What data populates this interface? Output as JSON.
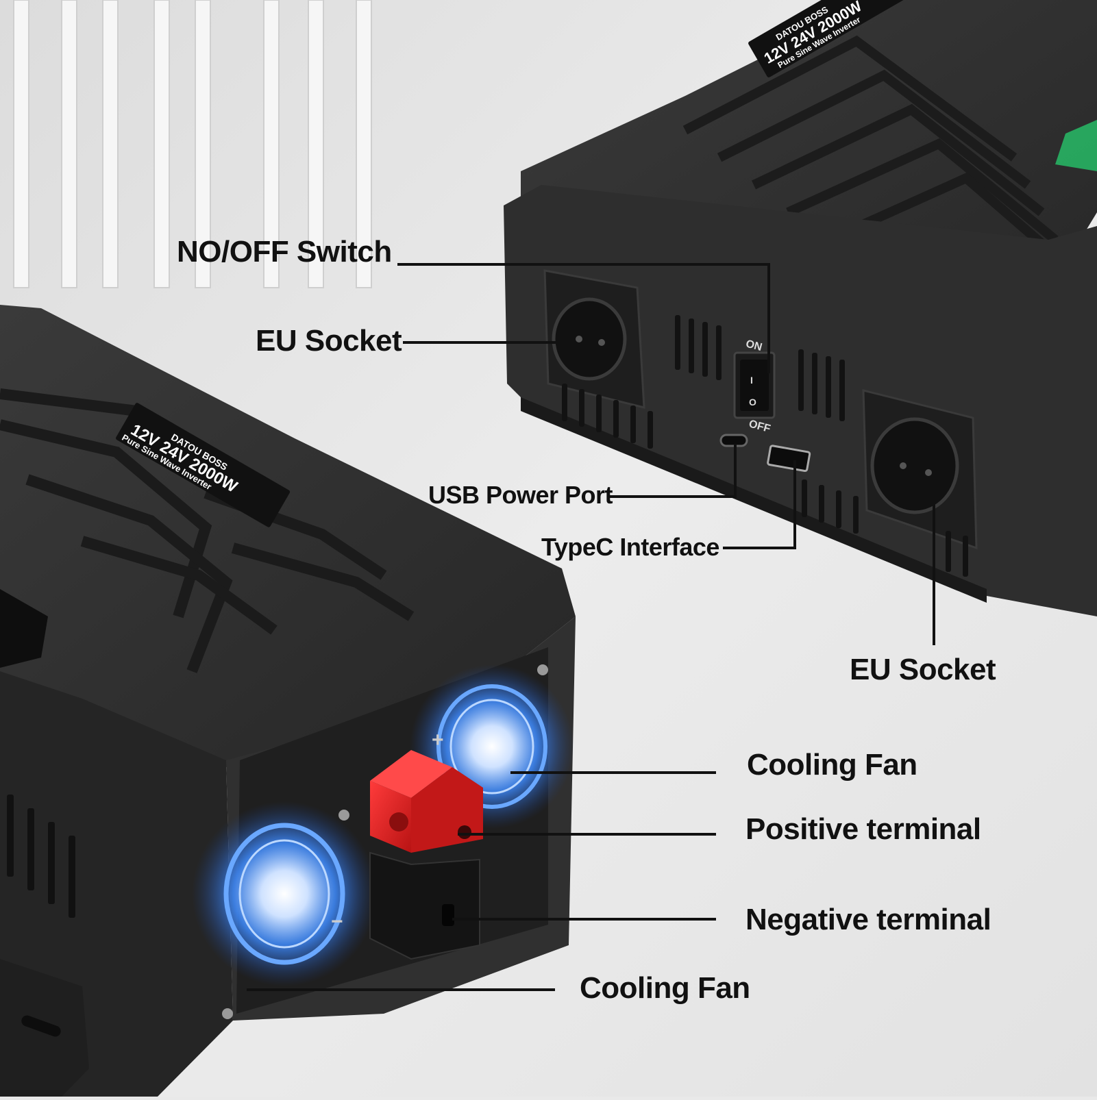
{
  "callouts": {
    "on_off_switch": "NO/OFF Switch",
    "eu_socket_left": "EU Socket",
    "usb_power_port": "USB Power Port",
    "typec_interface": "TypeC Interface",
    "eu_socket_right": "EU Socket",
    "cooling_fan_upper": "Cooling Fan",
    "positive_terminal": "Positive terminal",
    "negative_terminal": "Negative terminal",
    "cooling_fan_lower": "Cooling Fan"
  },
  "product_decal": {
    "brand": "DATOU BOSS",
    "model": "12V 24V 2000W",
    "description": "Pure Sine Wave Inverter"
  },
  "switch_marks": {
    "on": "ON",
    "off": "OFF",
    "one": "I",
    "zero": "O"
  },
  "terminal_marks": {
    "plus": "+",
    "minus": "−"
  },
  "colors": {
    "background": "#e9e9e9",
    "housing": "#2b2b2b",
    "positive_terminal": "#d81f1f",
    "fan_glow": "#3f8cff",
    "display": "#27c46a"
  }
}
